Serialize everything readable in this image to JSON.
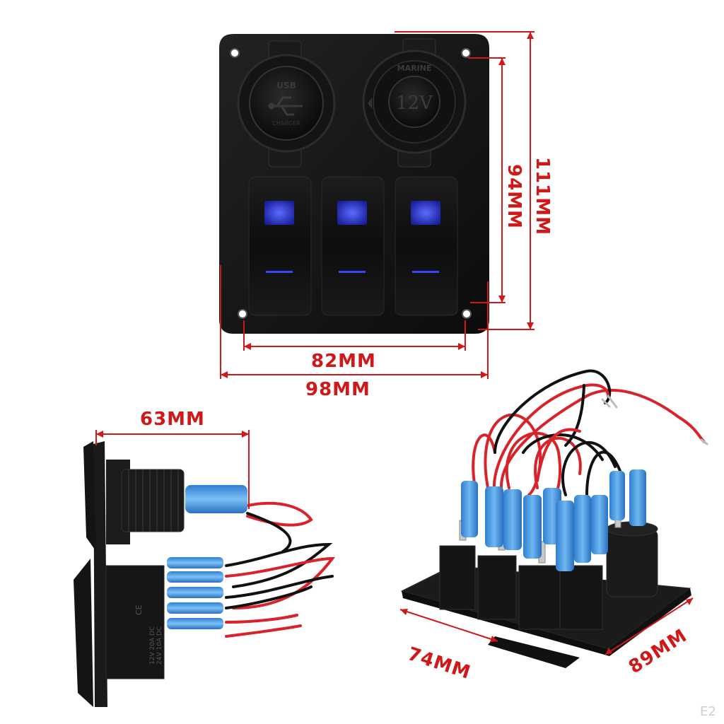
{
  "front_view": {
    "usb_socket": {
      "top": "USB",
      "bottom": "CHARGER"
    },
    "power_socket": {
      "top": "MARINE",
      "center": "12V"
    },
    "switch_count": 3,
    "led_color": "#2a3cff"
  },
  "dimensions": {
    "width_hole": "82MM",
    "width_total": "98MM",
    "height_hole": "94MM",
    "height_total": "111MM",
    "depth": "63MM",
    "base_front": "74MM",
    "base_side": "89MM"
  },
  "side_view": {
    "switch_marking": [
      "12V 20A DC",
      "24V 10A DC"
    ]
  },
  "watermark": "E2",
  "colors": {
    "dimension": "#d01818",
    "panel": "#161616",
    "wire_red": "#d8232a",
    "wire_black": "#111111",
    "terminal_blue": "#3a8fd8"
  }
}
